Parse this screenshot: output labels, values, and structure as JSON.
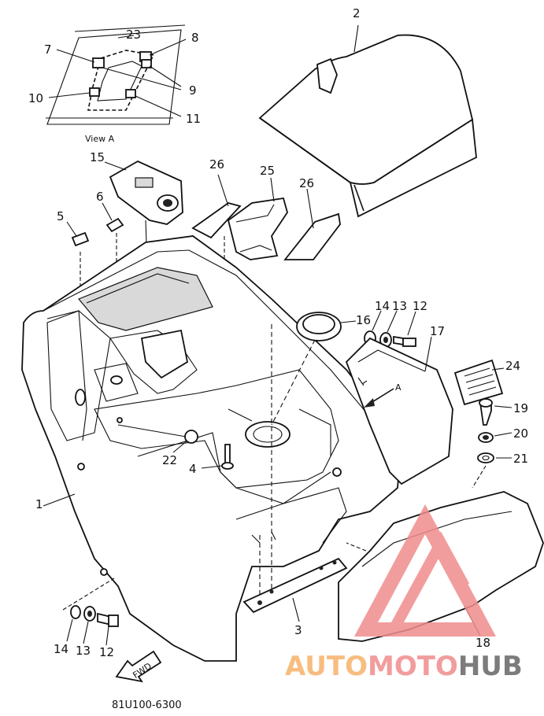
{
  "diagram": {
    "view_label": "View A",
    "view_arrow_label": "A",
    "fwd_label": "FWD",
    "drawing_code": "81U100-6300",
    "callouts": {
      "p1": "1",
      "p2": "2",
      "p3": "3",
      "p4": "4",
      "p5": "5",
      "p6": "6",
      "p7": "7",
      "p8": "8",
      "p9": "9",
      "p10": "10",
      "p11": "11",
      "p12a": "12",
      "p12b": "12",
      "p13a": "13",
      "p13b": "13",
      "p14a": "14",
      "p14b": "14",
      "p15": "15",
      "p16": "16",
      "p17": "17",
      "p18": "18",
      "p19": "19",
      "p20": "20",
      "p21": "21",
      "p22": "22",
      "p23": "23",
      "p24": "24",
      "p25": "25",
      "p26a": "26",
      "p26b": "26"
    }
  },
  "watermark": {
    "part1": "AUTO",
    "part2": "MOTO",
    "part3": "HUB",
    "colors": {
      "orange": "#f6b26b",
      "pink": "#f08d8d",
      "gray": "#666666"
    }
  }
}
